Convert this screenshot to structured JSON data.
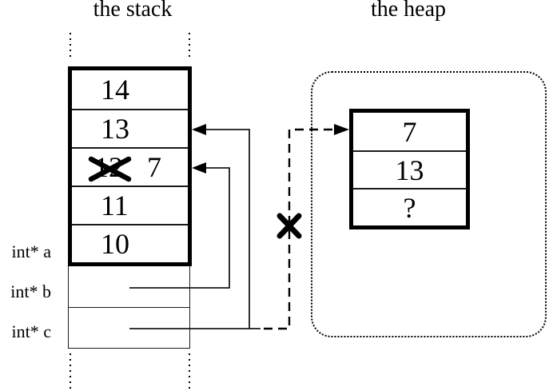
{
  "diagram": {
    "background_color": "#ffffff",
    "line_color": "#000000",
    "stack": {
      "title": "the stack",
      "cells": [
        {
          "value": "14",
          "crossed_out": false
        },
        {
          "value": "13",
          "crossed_out": false
        },
        {
          "value": "12",
          "crossed_out": true,
          "new_value": "7"
        },
        {
          "value": "11",
          "crossed_out": false
        },
        {
          "value": "10",
          "crossed_out": false
        }
      ],
      "pointer_labels": [
        {
          "label": "int* a"
        },
        {
          "label": "int* b"
        },
        {
          "label": "int* c"
        }
      ]
    },
    "heap": {
      "title": "the heap",
      "cells": [
        {
          "value": "7"
        },
        {
          "value": "13"
        },
        {
          "value": "?"
        }
      ]
    },
    "annotations": {
      "cross_out_marks": 2,
      "solid_pointer_arrows": 2,
      "dashed_pointer_arrows": 1
    }
  }
}
